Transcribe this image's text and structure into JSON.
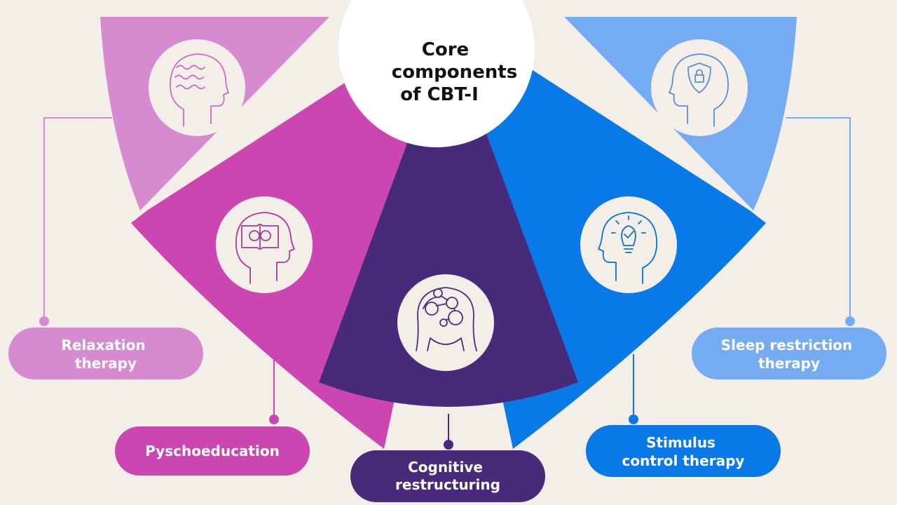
{
  "title": "",
  "center_label": [
    "Core",
    "components",
    "of CBT-I"
  ],
  "components": [
    {
      "id": "relaxation",
      "lines": [
        "Relaxation",
        "therapy"
      ],
      "color": "#d68ad0",
      "icon": "head-with-waves-icon"
    },
    {
      "id": "psychoeducation",
      "lines": [
        "Pyschoeducation"
      ],
      "color": "#cc46b2",
      "icon": "head-with-book-brain-icon"
    },
    {
      "id": "cognitive",
      "lines": [
        "Cognitive",
        "restructuring"
      ],
      "color": "#482a7a",
      "icon": "head-with-molecule-icon"
    },
    {
      "id": "stimulus",
      "lines": [
        "Stimulus",
        "control therapy"
      ],
      "color": "#0a79e8",
      "icon": "head-with-lightbulb-icon"
    },
    {
      "id": "sleep-restriction",
      "lines": [
        "Sleep restriction",
        "therapy"
      ],
      "color": "#74abf2",
      "icon": "head-with-shield-lock-icon"
    }
  ],
  "colors": {
    "background": "#f3efe8",
    "icon_circle": "#f3efe8",
    "center_circle": "#ffffff",
    "center_text": "#111111"
  }
}
